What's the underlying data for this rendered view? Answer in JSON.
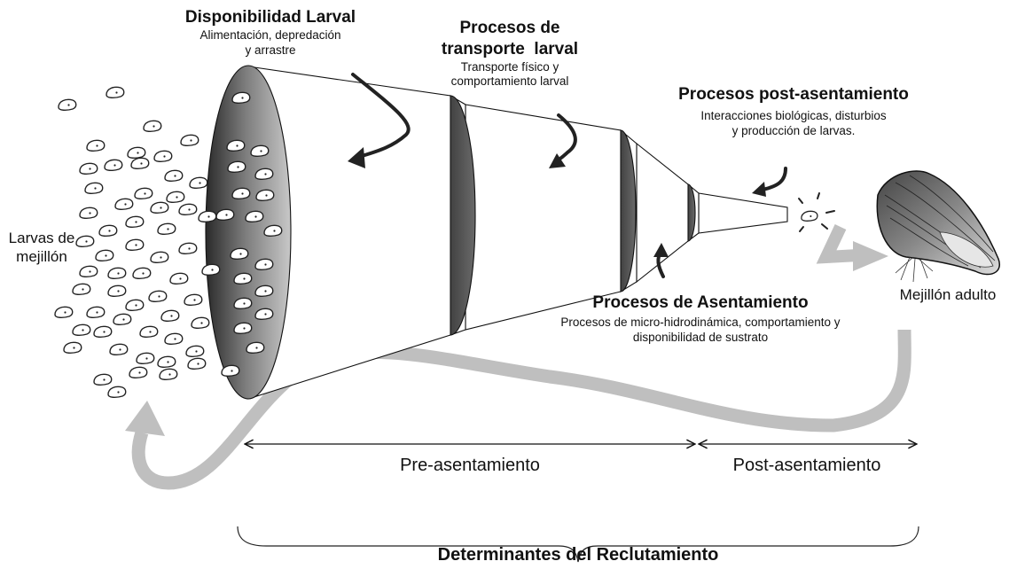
{
  "stages": {
    "larval_availability": {
      "title": "Disponibilidad Larval",
      "desc_1": "Alimentación, depredación",
      "desc_2": "y arrastre"
    },
    "larval_transport": {
      "title_1": "Procesos de",
      "title_2": "transporte  larval",
      "desc_1": "Transporte físico y",
      "desc_2": "comportamiento larval"
    },
    "post_settlement": {
      "title": "Procesos post-asentamiento",
      "desc_1": "Interacciones biológicas, disturbios",
      "desc_2": "y producción de larvas."
    },
    "settlement": {
      "title": "Procesos de Asentamiento",
      "desc_1": "Procesos de micro-hidrodinámica, comportamiento  y",
      "desc_2": "disponibilidad de sustrato"
    }
  },
  "larvae_label_1": "Larvas de",
  "larvae_label_2": "mejillón",
  "adult_label": "Mejillón adulto",
  "phases": {
    "pre": "Pre-asentamiento",
    "post": "Post-asentamiento"
  },
  "bracket_label": "Determinantes del Reclutamiento"
}
